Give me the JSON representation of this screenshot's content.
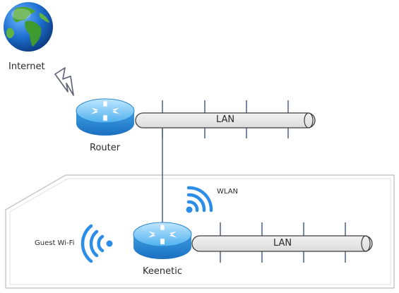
{
  "nodes": {
    "internet": {
      "label": "Internet"
    },
    "router": {
      "label": "Router"
    },
    "keenetic": {
      "label": "Keenetic"
    }
  },
  "networks": {
    "lan_top": {
      "label": "LAN"
    },
    "lan_bottom": {
      "label": "LAN"
    }
  },
  "wireless": {
    "wlan": {
      "label": "WLAN"
    },
    "guest": {
      "label": "Guest Wi-Fi"
    }
  },
  "colors": {
    "globe_ocean": "#1d6fd0",
    "globe_land": "#3e9a2e",
    "router_body": "#3aa3e6",
    "wifi_blue": "#2b8de8",
    "lan_bus_fill": "#e6e6e6",
    "line_blue": "#5a6a8a",
    "segment_border": "#c8c8c8"
  },
  "icons": {
    "internet": "globe-icon",
    "router": "router-icon",
    "keenetic": "router-icon",
    "wlan": "wifi-icon",
    "guest": "wifi-icon",
    "link": "lightning-icon"
  }
}
